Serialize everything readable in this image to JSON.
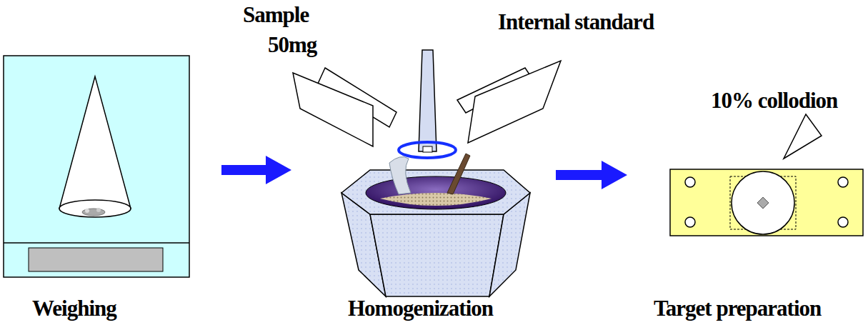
{
  "diagram": {
    "nodes": [
      {
        "text": [
          "Weighing"
        ]
      },
      {
        "text": [
          "Homogenization"
        ]
      },
      {
        "text": [
          "Target preparation"
        ]
      }
    ],
    "edges": [
      {
        "from": 0,
        "to": 1,
        "arrow": "to"
      },
      {
        "from": 1,
        "to": 2,
        "arrow": "to"
      }
    ],
    "labels": [
      "Sample 50mg",
      "Internal standard",
      "10% collodion"
    ]
  }
}
